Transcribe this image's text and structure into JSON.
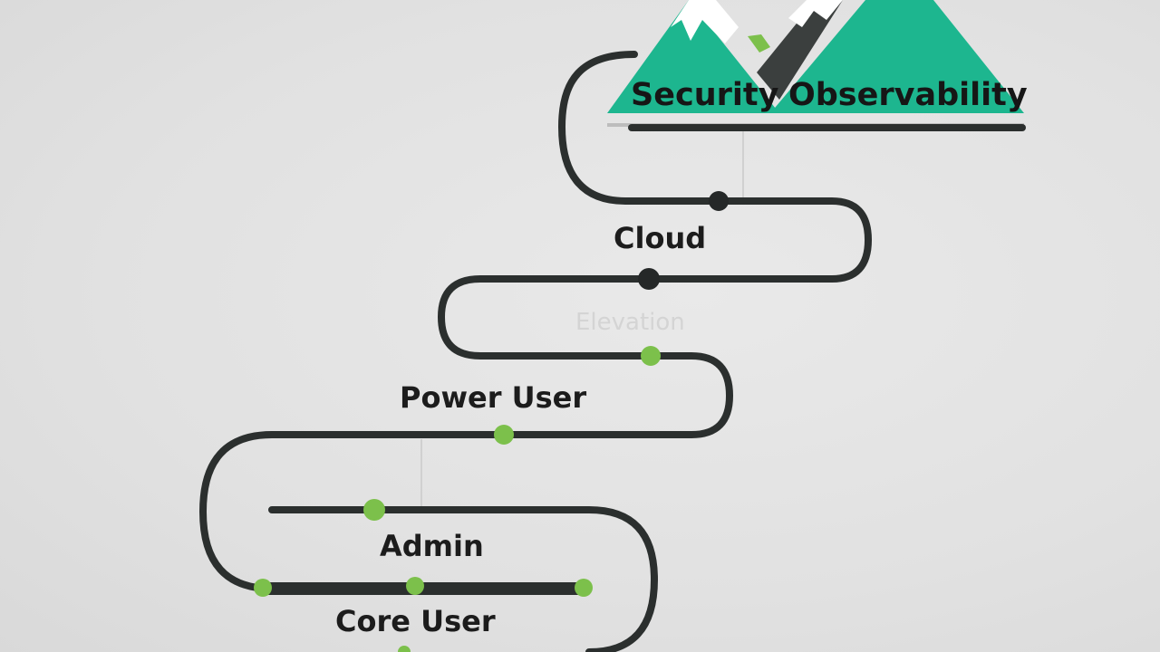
{
  "summit": {
    "labels": [
      "Security",
      "Observability"
    ]
  },
  "stages": {
    "cloud": "Cloud",
    "faded": "Elevation",
    "power_user": "Power User",
    "admin": "Admin",
    "core_user": "Core User"
  },
  "colors": {
    "path": "#2b2f2e",
    "mountain": "#1db68f",
    "mountain_dark": "#3b3f3e",
    "snow": "#ffffff",
    "milestone_green": "#7cc04b",
    "milestone_dark": "#252828"
  }
}
